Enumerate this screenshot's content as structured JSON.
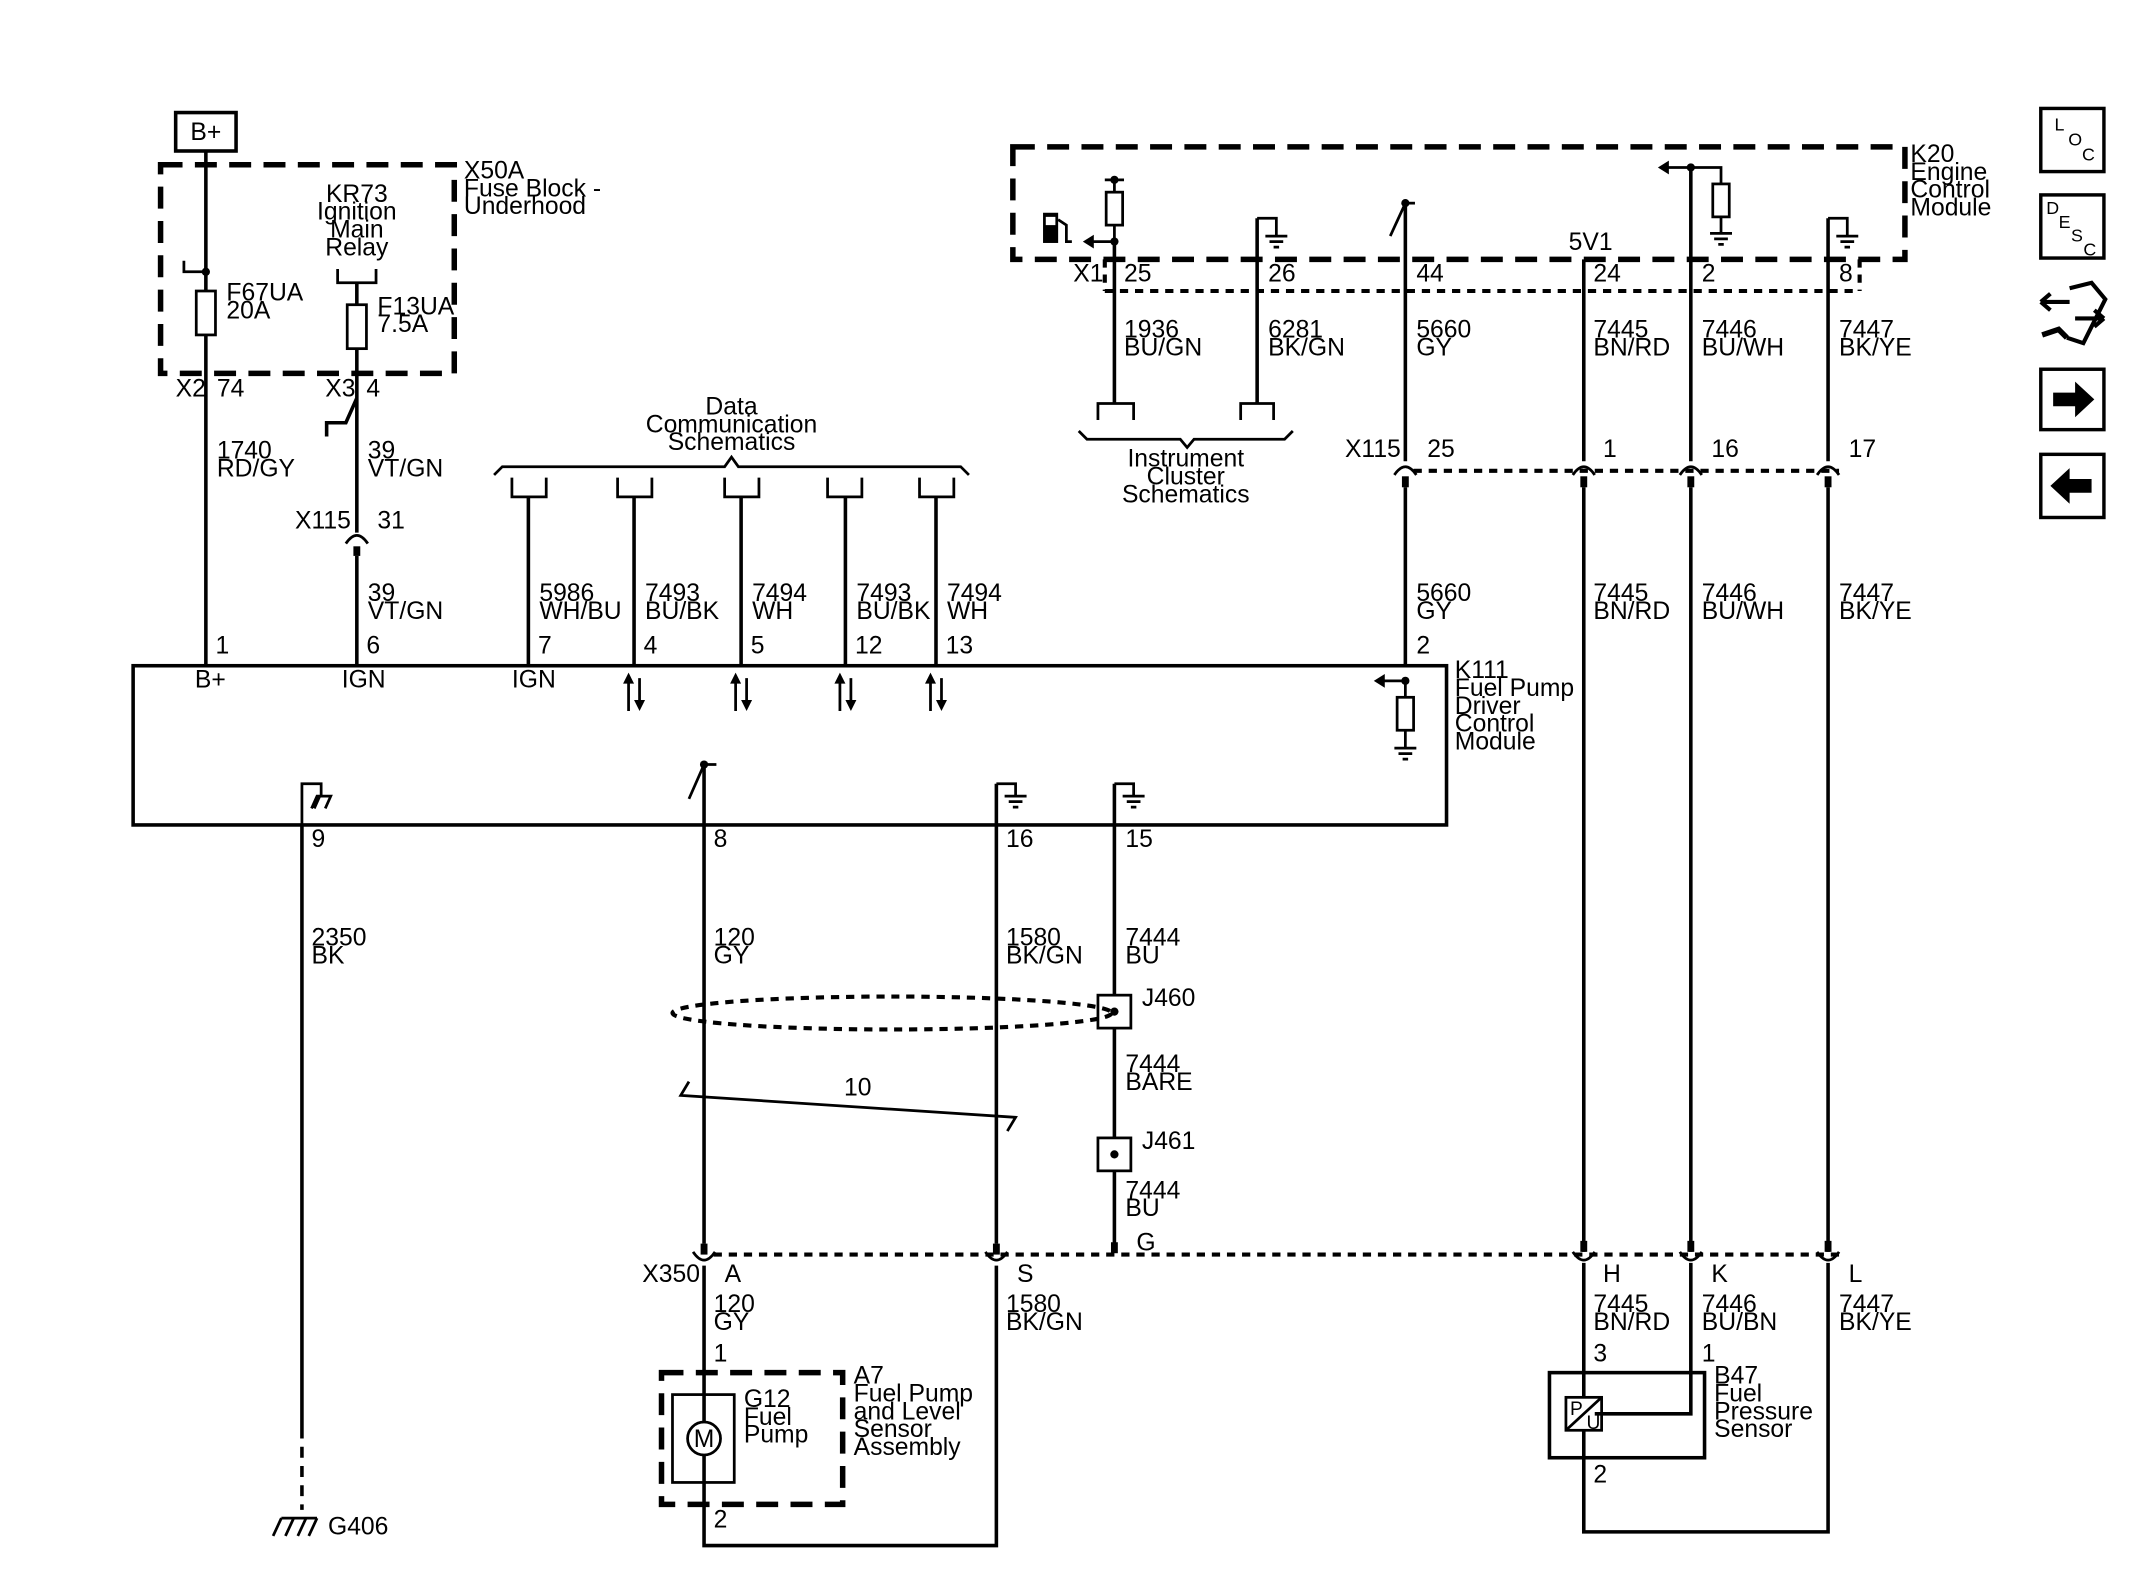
{
  "power": {
    "bplus_label": "B+"
  },
  "fuse_block": {
    "id": "X50A",
    "name_line1": "Fuse Block -",
    "name_line2": "Underhood",
    "relay_line1": "KR73",
    "relay_line2": "Ignition",
    "relay_line3": "Main",
    "relay_line4": "Relay",
    "fuse1_id": "F67UA",
    "fuse1_rating": "20A",
    "fuse2_id": "F13UA",
    "fuse2_rating": "7.5A",
    "conn1": "X2",
    "pin1": "74",
    "conn2": "X3",
    "pin2": "4"
  },
  "wires": {
    "w1740_num": "1740",
    "w1740_color": "RD/GY",
    "w39_num": "39",
    "w39_color": "VT/GN",
    "x115_conn": "X115",
    "x115_pin31": "31",
    "w5986_num": "5986",
    "w5986_color": "WH/BU",
    "w7493_num": "7493",
    "w7493_color": "BU/BK",
    "w7494_num": "7494",
    "w7494_color": "WH",
    "w1936_num": "1936",
    "w1936_color": "BU/GN",
    "w6281_num": "6281",
    "w6281_color": "BK/GN",
    "w5660_num": "5660",
    "w5660_color": "GY",
    "w7445_num": "7445",
    "w7445_color": "BN/RD",
    "w7446_num": "7446",
    "w7446_color": "BU/WH",
    "w7446_color_b": "BU/BN",
    "w7447_num": "7447",
    "w7447_color": "BK/YE",
    "w2350_num": "2350",
    "w2350_color": "BK",
    "w120_num": "120",
    "w120_color": "GY",
    "w1580_num": "1580",
    "w1580_color": "BK/GN",
    "w7444_num": "7444",
    "w7444_color": "BU",
    "w7444_bare": "BARE"
  },
  "data_comm": {
    "line1": "Data",
    "line2": "Communication",
    "line3": "Schematics"
  },
  "instrument": {
    "line1": "Instrument",
    "line2": "Cluster",
    "line3": "Schematics"
  },
  "ecm": {
    "line1": "K20",
    "line2": "Engine",
    "line3": "Control",
    "line4": "Module",
    "conn": "X1",
    "p25": "25",
    "p26": "26",
    "p44": "44",
    "p24": "24",
    "p2": "2",
    "p8": "8",
    "ref": "5V1"
  },
  "x115b": {
    "conn": "X115",
    "p25": "25",
    "p1": "1",
    "p16": "16",
    "p17": "17"
  },
  "fpdcm": {
    "line1": "K111",
    "line2": "Fuel Pump",
    "line3": "Driver",
    "line4": "Control",
    "line5": "Module",
    "p1": "1",
    "p6": "6",
    "p7": "7",
    "p4": "4",
    "p5": "5",
    "p12": "12",
    "p13": "13",
    "p2": "2",
    "p9": "9",
    "p8": "8",
    "p16": "16",
    "p15": "15",
    "lbl_bplus": "B+",
    "lbl_ign1": "IGN",
    "lbl_ign2": "IGN"
  },
  "splices": {
    "j460": "J460",
    "j461": "J461",
    "twist": "10"
  },
  "x350": {
    "conn": "X350",
    "pA": "A",
    "pS": "S",
    "pG": "G",
    "pH": "H",
    "pK": "K",
    "pL": "L"
  },
  "pump": {
    "a7_line1": "A7",
    "a7_line2": "Fuel Pump",
    "a7_line3": "and Level",
    "a7_line4": "Sensor",
    "a7_line5": "Assembly",
    "g12_line1": "G12",
    "g12_line2": "Fuel",
    "g12_line3": "Pump",
    "motor": "M",
    "pin1": "1",
    "pin2": "2"
  },
  "sensor": {
    "line1": "B47",
    "line2": "Fuel",
    "line3": "Pressure",
    "line4": "Sensor",
    "pin3": "3",
    "pin1": "1",
    "pin2": "2",
    "p_letter": "P",
    "u_letter": "U"
  },
  "ground": {
    "g406": "G406"
  },
  "nav": {
    "loc": [
      "L",
      "O",
      "C"
    ],
    "desc": [
      "D",
      "E",
      "S",
      "C"
    ]
  }
}
